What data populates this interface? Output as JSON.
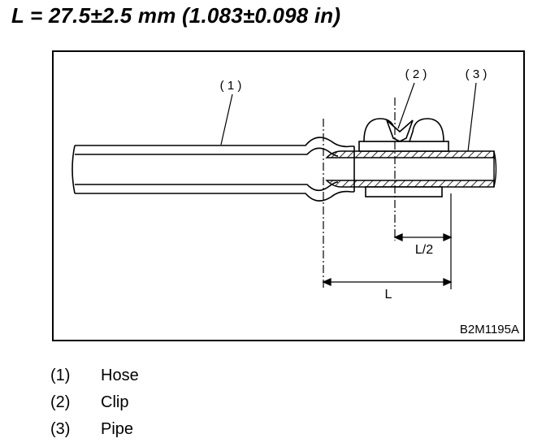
{
  "title": "L = 27.5±2.5 mm (1.083±0.098 in)",
  "figure": {
    "callouts": {
      "hose": "( 1 )",
      "clip": "( 2 )",
      "pipe": "( 3 )"
    },
    "dimensions": {
      "half_length": "L/2",
      "length": "L"
    },
    "figure_code": "B2M1195A"
  },
  "legend": [
    {
      "num": "(1)",
      "label": "Hose"
    },
    {
      "num": "(2)",
      "label": "Clip"
    },
    {
      "num": "(3)",
      "label": "Pipe"
    }
  ]
}
